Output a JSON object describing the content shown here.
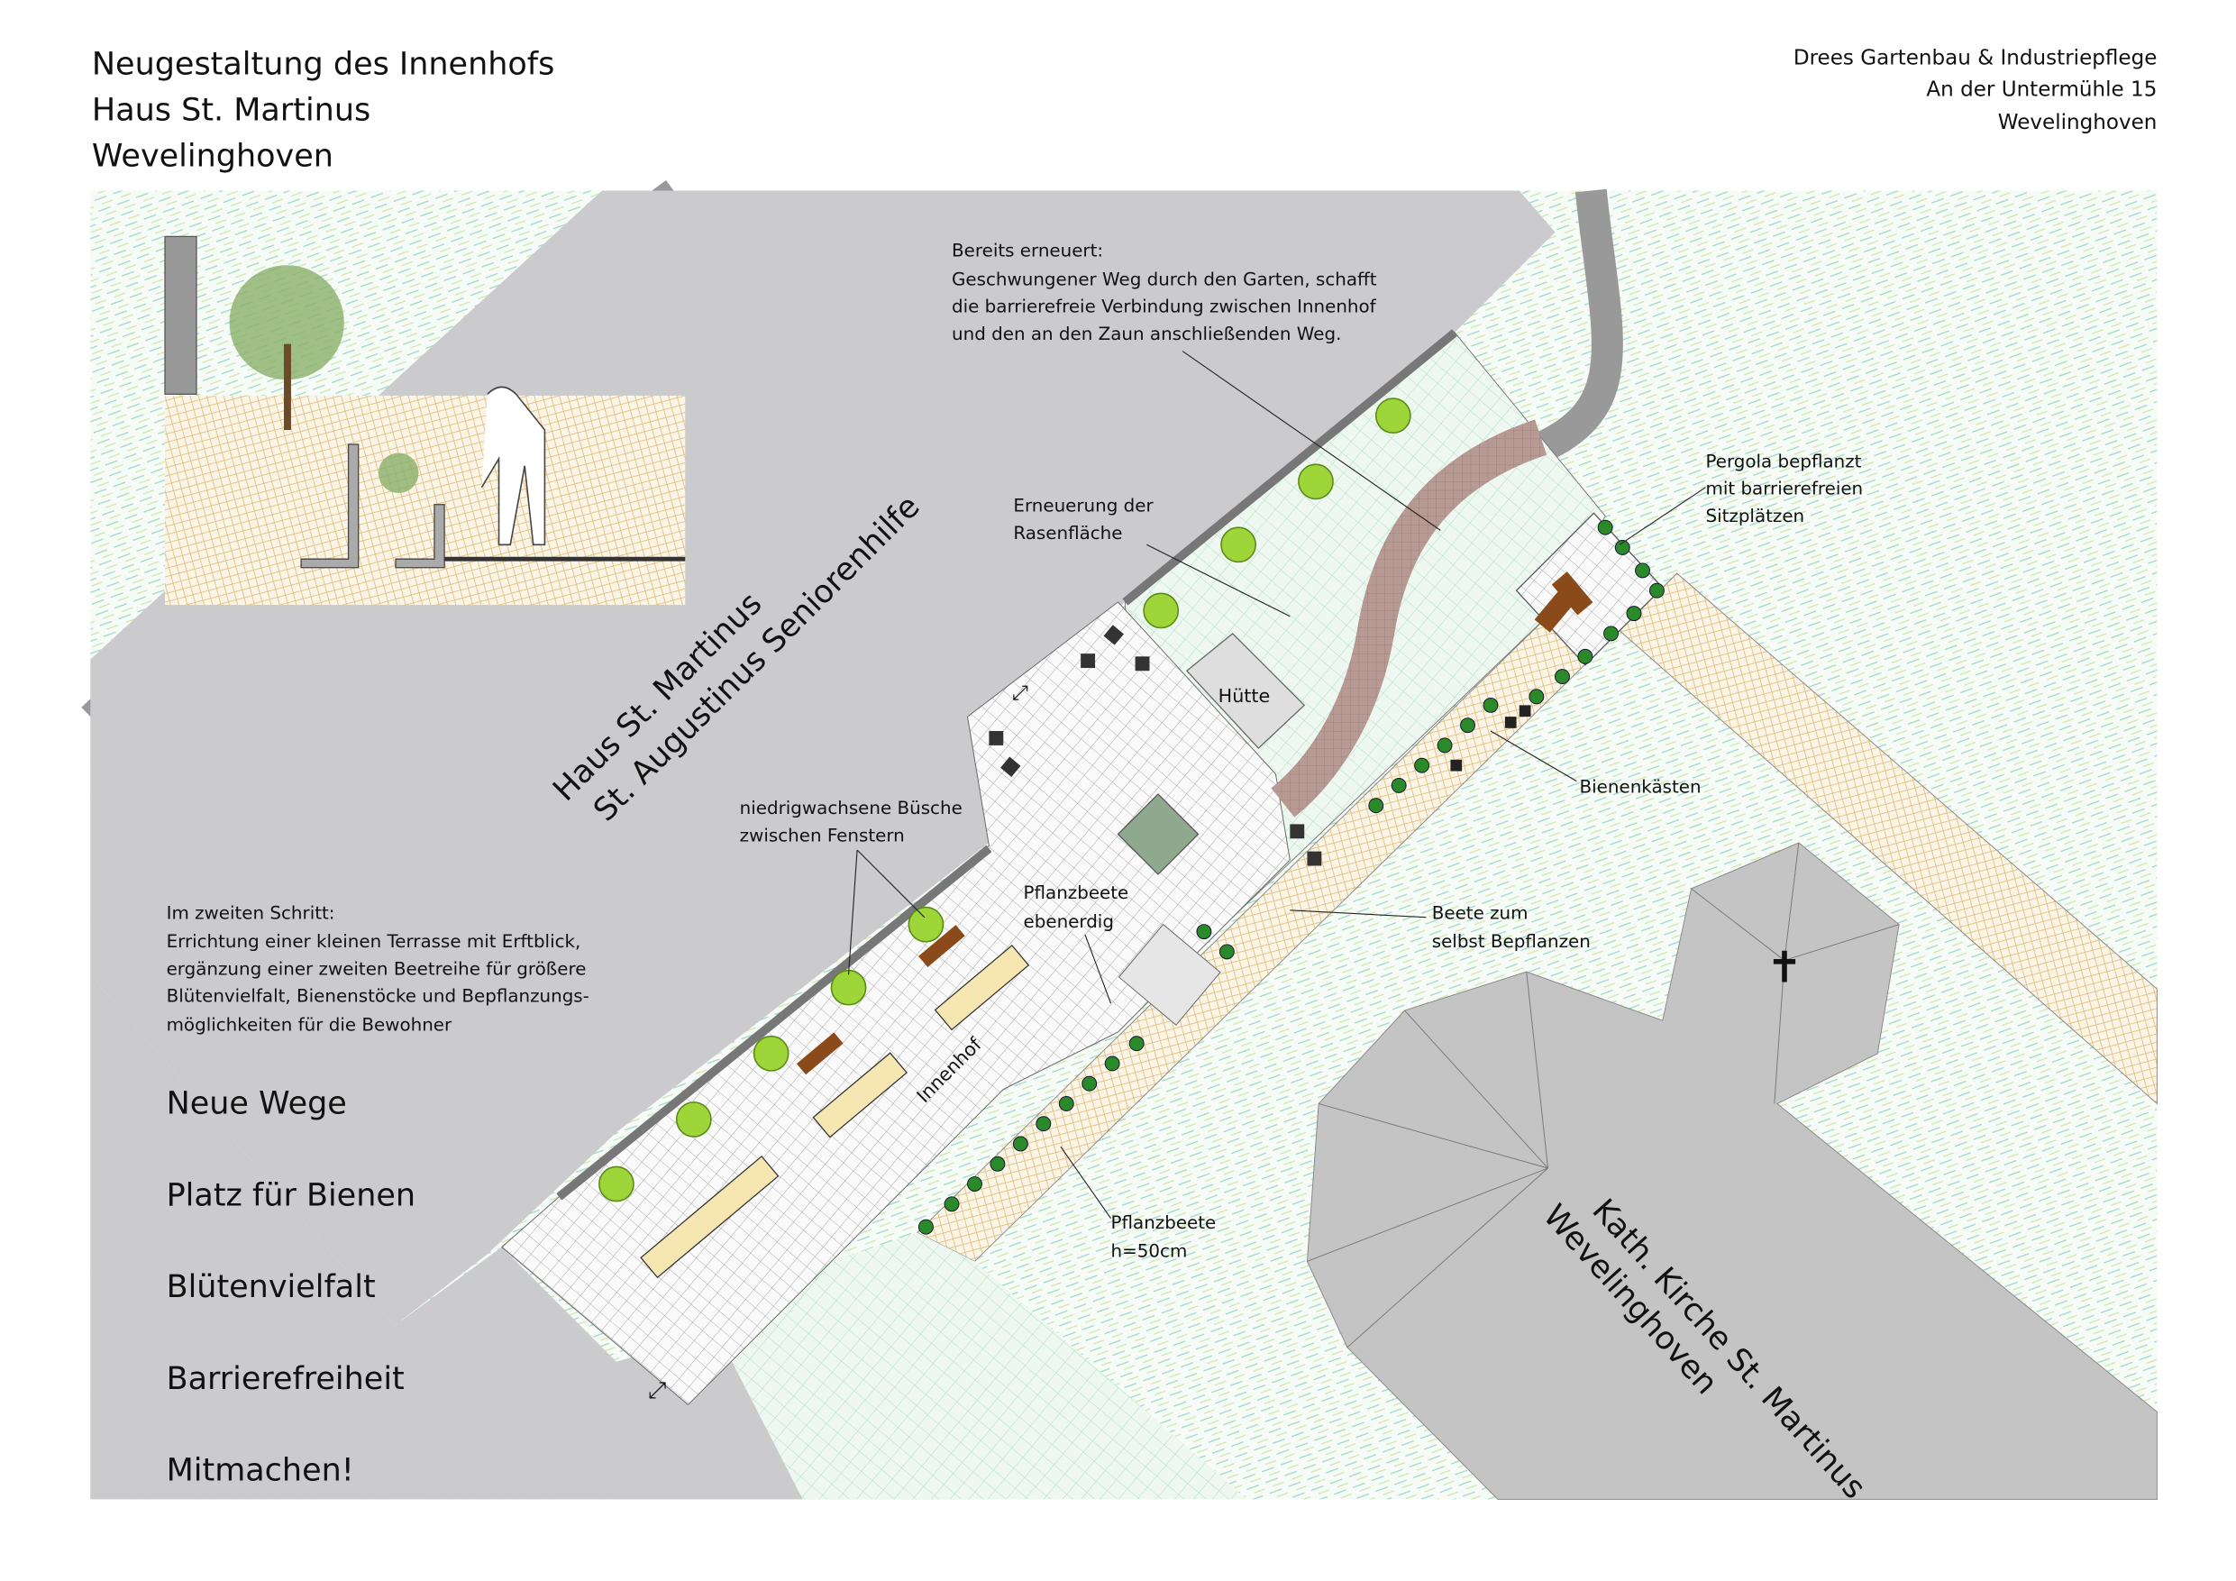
{
  "title": {
    "lines": [
      "Neugestaltung des Innenhofs",
      "Haus St. Martinus",
      "Wevelinghoven"
    ]
  },
  "company": {
    "lines": [
      "Drees Gartenbau & Industriepflege",
      "An der Untermühle 15",
      "Wevelinghoven"
    ]
  },
  "buildings": {
    "senior_home": [
      "Haus St. Martinus",
      "St. Augustinus Seniorenhilfe"
    ],
    "church": [
      "Kath. Kirche St. Martinus",
      "Wevelinghoven"
    ],
    "hut": "Hütte",
    "courtyard": "Innenhof"
  },
  "annotations": {
    "renewed": [
      "Bereits erneuert:",
      "Geschwungener Weg durch den Garten, schafft",
      "die barrierefreie Verbindung zwischen Innenhof",
      "und den an den Zaun anschließenden Weg."
    ],
    "lawn": [
      "Erneuerung der",
      "Rasenfläche"
    ],
    "pergola": [
      "Pergola bepflanzt",
      "mit barrierefreien",
      "Sitzplätzen"
    ],
    "beehives": "Bienenkästen",
    "bushes": [
      "niedrigwachsene Büsche",
      "zwischen Fenstern"
    ],
    "ground_beds": [
      "Pflanzbeete",
      "ebenerdig"
    ],
    "self_beds": [
      "Beete zum",
      "selbst Bepflanzen"
    ],
    "raised_beds": [
      "Pflanzbeete",
      "h=50cm"
    ],
    "second_step": [
      "Im zweiten Schritt:",
      "Errichtung einer kleinen Terrasse mit Erftblick,",
      "ergänzung einer zweiten Beetreihe für größere",
      "Blütenvielfalt, Bienenstöcke und Bepflanzungs-",
      "möglichkeiten für die Bewohner"
    ]
  },
  "key_points": [
    "Neue Wege",
    "Platz für Bienen",
    "Blütenvielfalt",
    "Barrierefreiheit",
    "Mitmachen!"
  ],
  "colors": {
    "building": "#cbcbcd",
    "church": "#c4c4c4",
    "path": "#b89a94",
    "tree": "#9ed63a",
    "hatch": "#a8dcc8",
    "sand": "#e8c98a"
  }
}
